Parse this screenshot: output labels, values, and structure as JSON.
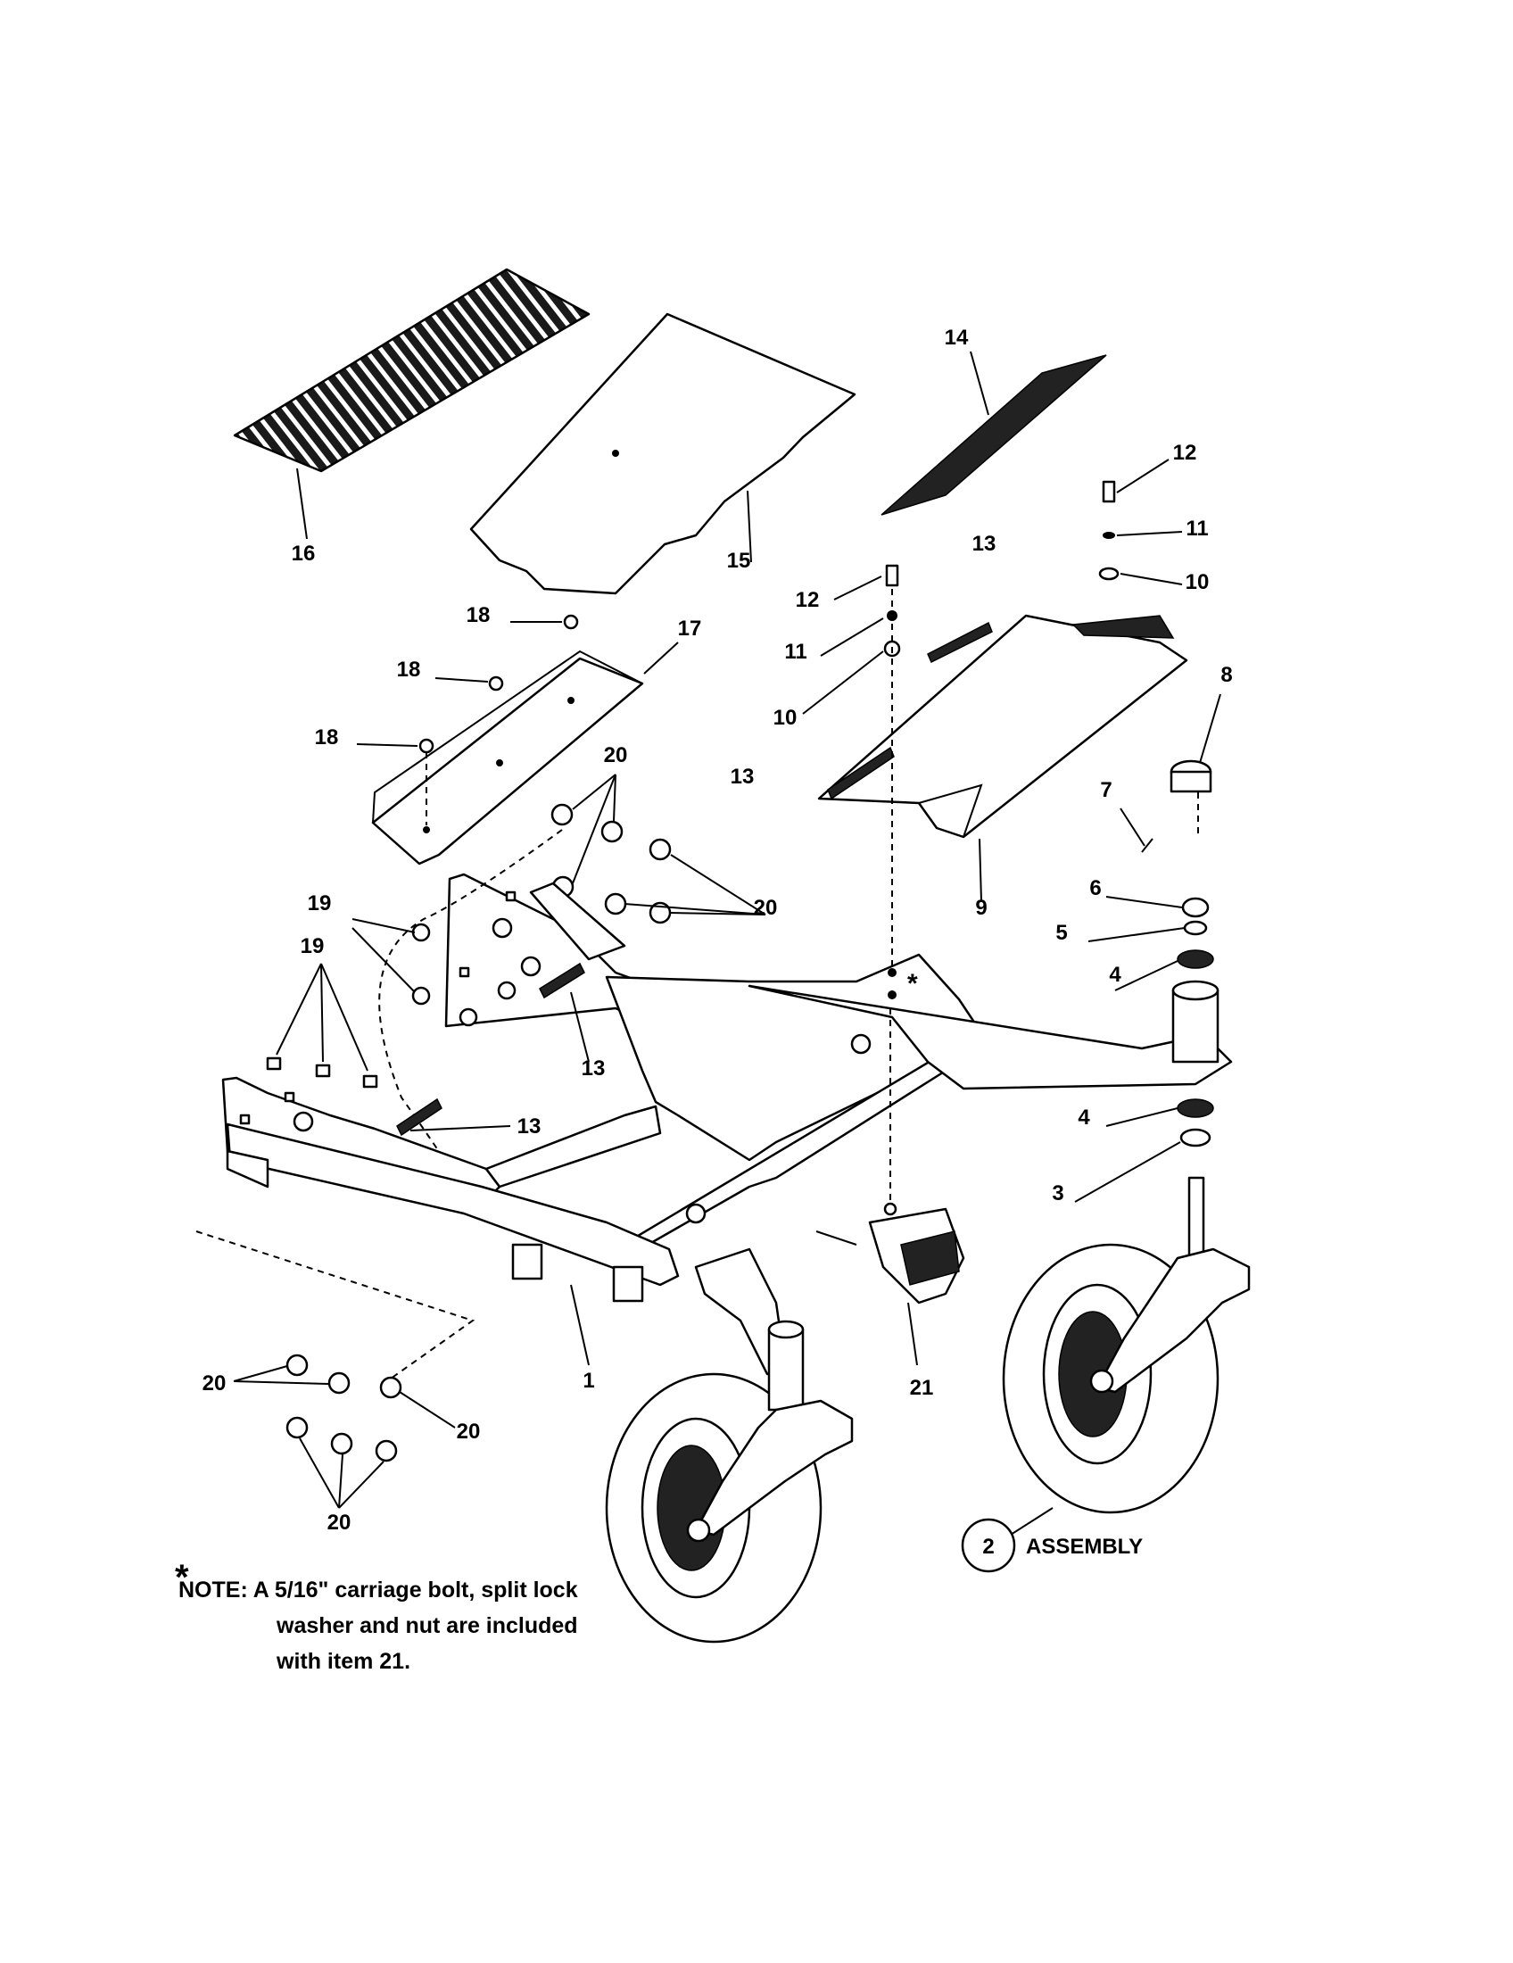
{
  "callouts": {
    "c1": "1",
    "c3": "3",
    "c4a": "4",
    "c4b": "4",
    "c5": "5",
    "c6": "6",
    "c7": "7",
    "c8": "8",
    "c9": "9",
    "c10a": "10",
    "c10b": "10",
    "c11a": "11",
    "c11b": "11",
    "c12a": "12",
    "c12b": "12",
    "c13a": "13",
    "c13b": "13",
    "c13c": "13",
    "c13d": "13",
    "c14": "14",
    "c15": "15",
    "c16": "16",
    "c17": "17",
    "c18a": "18",
    "c18b": "18",
    "c18c": "18",
    "c19a": "19",
    "c19b": "19",
    "c20a": "20",
    "c20b": "20",
    "c20c": "20",
    "c20d": "20",
    "c20e": "20",
    "c21": "21",
    "star": "*"
  },
  "assembly": {
    "number": "2",
    "label": "ASSEMBLY"
  },
  "note": {
    "asterisk": "*",
    "line1": "NOTE: A 5/16\" carriage bolt, split lock",
    "line2": "washer and nut are included",
    "line3": "with item 21."
  }
}
